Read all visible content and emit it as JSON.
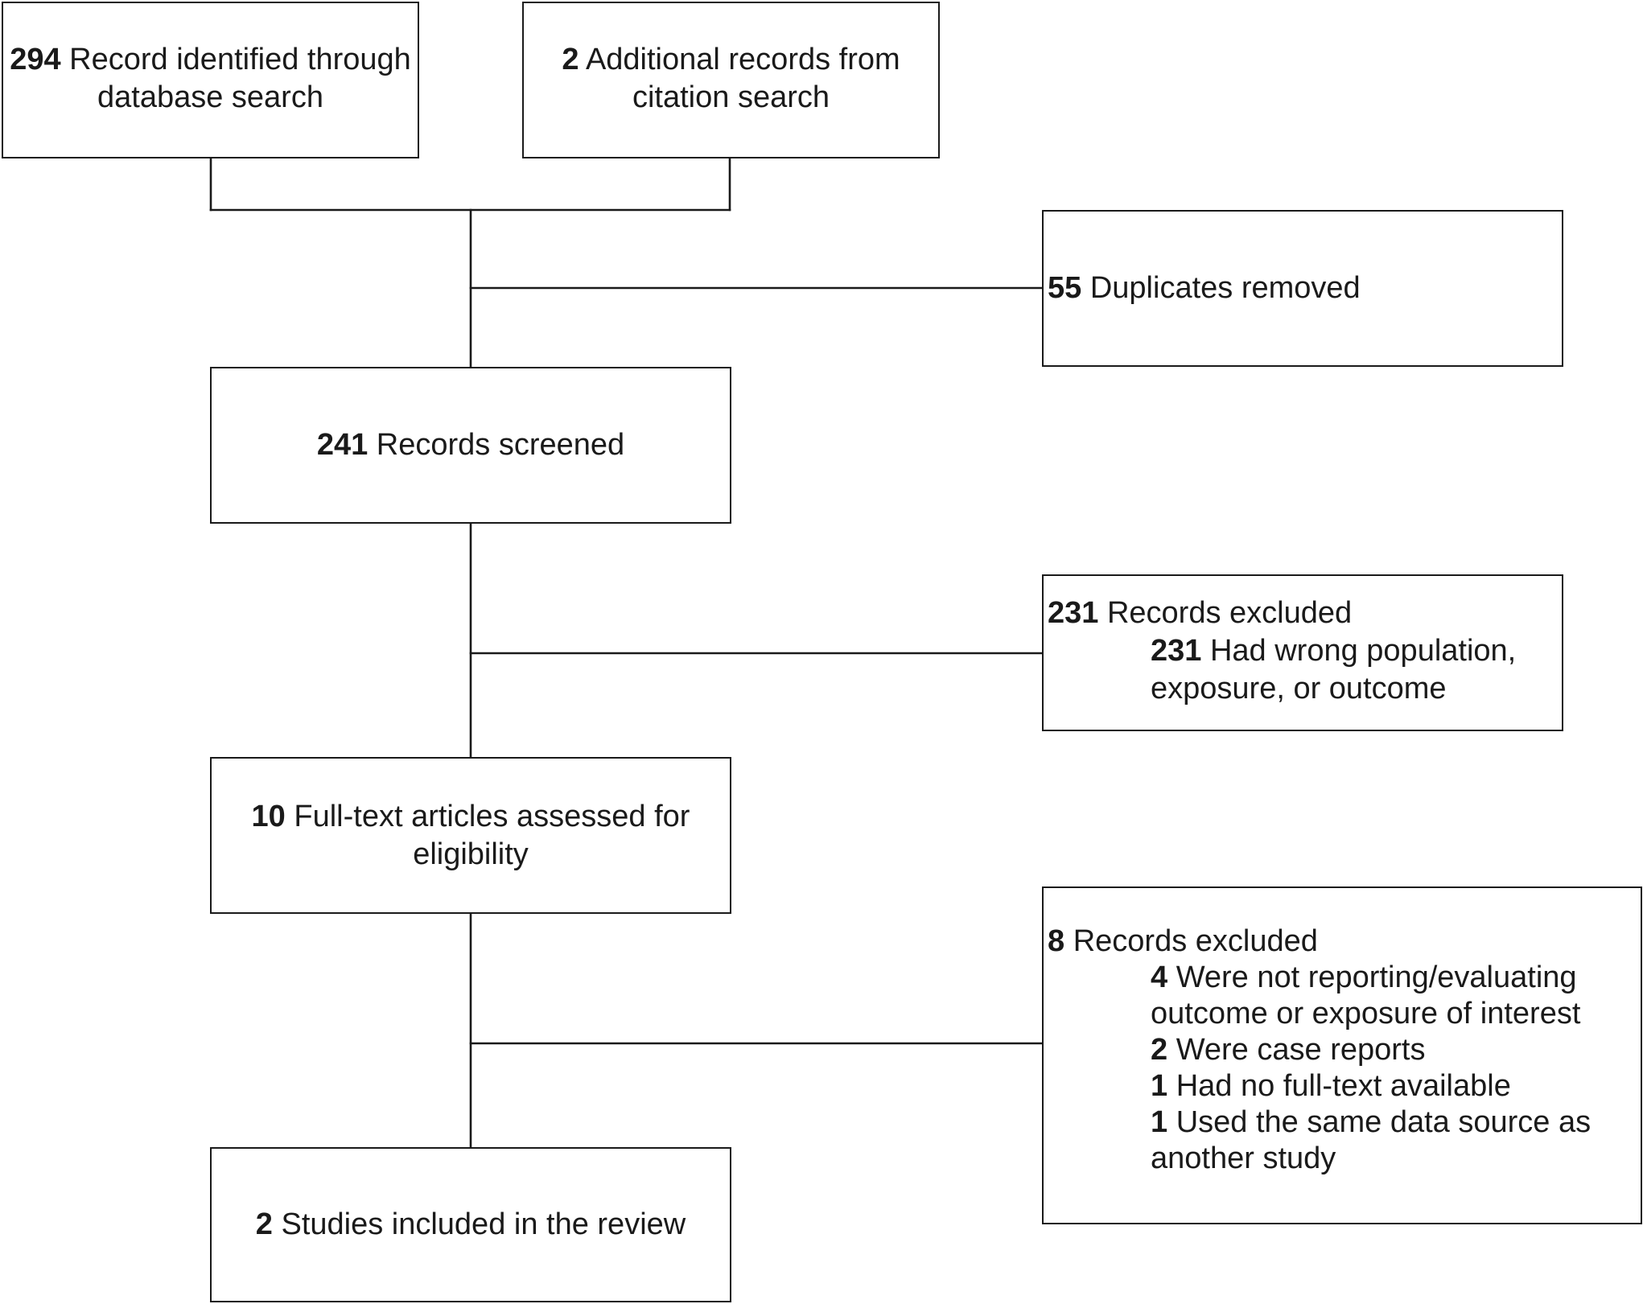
{
  "boxes": {
    "identified": {
      "count": "294",
      "line1": "Record identified through",
      "line2": "database search"
    },
    "additional": {
      "count": "2",
      "line1": "Additional records from",
      "line2": "citation search"
    },
    "duplicates": {
      "count": "55",
      "text": "Duplicates removed"
    },
    "screened": {
      "count": "241",
      "text": "Records screened"
    },
    "excluded_screening": {
      "count": "231",
      "text": "Records excluded",
      "reasons": [
        {
          "count": "231",
          "line1": "Had wrong population,",
          "line2": "exposure, or outcome"
        }
      ]
    },
    "fulltext": {
      "count": "10",
      "line1": "Full-text articles assessed for",
      "line2": "eligibility"
    },
    "excluded_fulltext": {
      "count": "8",
      "text": "Records excluded",
      "reasons": [
        {
          "count": "4",
          "line1": "Were not reporting/evaluating",
          "line2": "outcome or exposure of interest"
        },
        {
          "count": "2",
          "line1": "Were case reports"
        },
        {
          "count": "1",
          "line1": "Had no full-text available"
        },
        {
          "count": "1",
          "line1": "Used the same data source as",
          "line2": "another study"
        }
      ]
    },
    "included": {
      "count": "2",
      "text": "Studies included in the review"
    }
  }
}
